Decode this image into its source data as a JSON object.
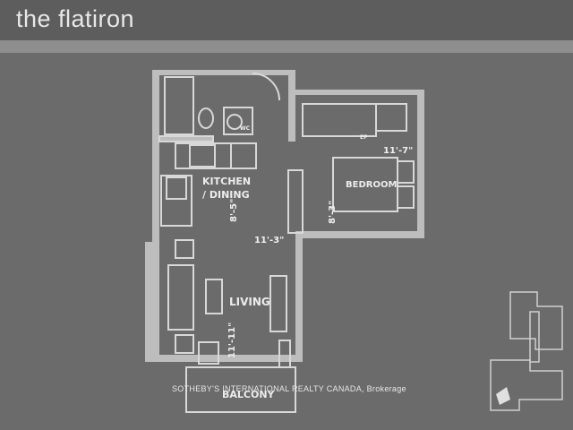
{
  "header": {
    "brand": "the flatiron"
  },
  "floorplan": {
    "rooms": {
      "kitchen_line1": "KITCHEN",
      "kitchen_line2": "/ DINING",
      "living": "LIVING",
      "bedroom": "BEDROOM",
      "balcony": "BALCONY"
    },
    "dimensions": {
      "kitchen_vertical": "8'-5\"",
      "kitchen_width": "11'-3\"",
      "living_vertical": "11'-11\"",
      "bedroom_width": "11'-7\"",
      "bedroom_vertical": "8'-3\""
    },
    "fixture_labels": {
      "wc": "WC",
      "ep": "EP"
    }
  },
  "footer": {
    "credit": "SOTHEBY'S INTERNATIONAL REALTY CANADA, Brokerage"
  },
  "colors": {
    "background": "#6b6b6b",
    "header_band": "#5d5d5d",
    "rule": "#8e8e8e",
    "walls": "#bdbdbd",
    "lines": "#d8d8d8"
  }
}
